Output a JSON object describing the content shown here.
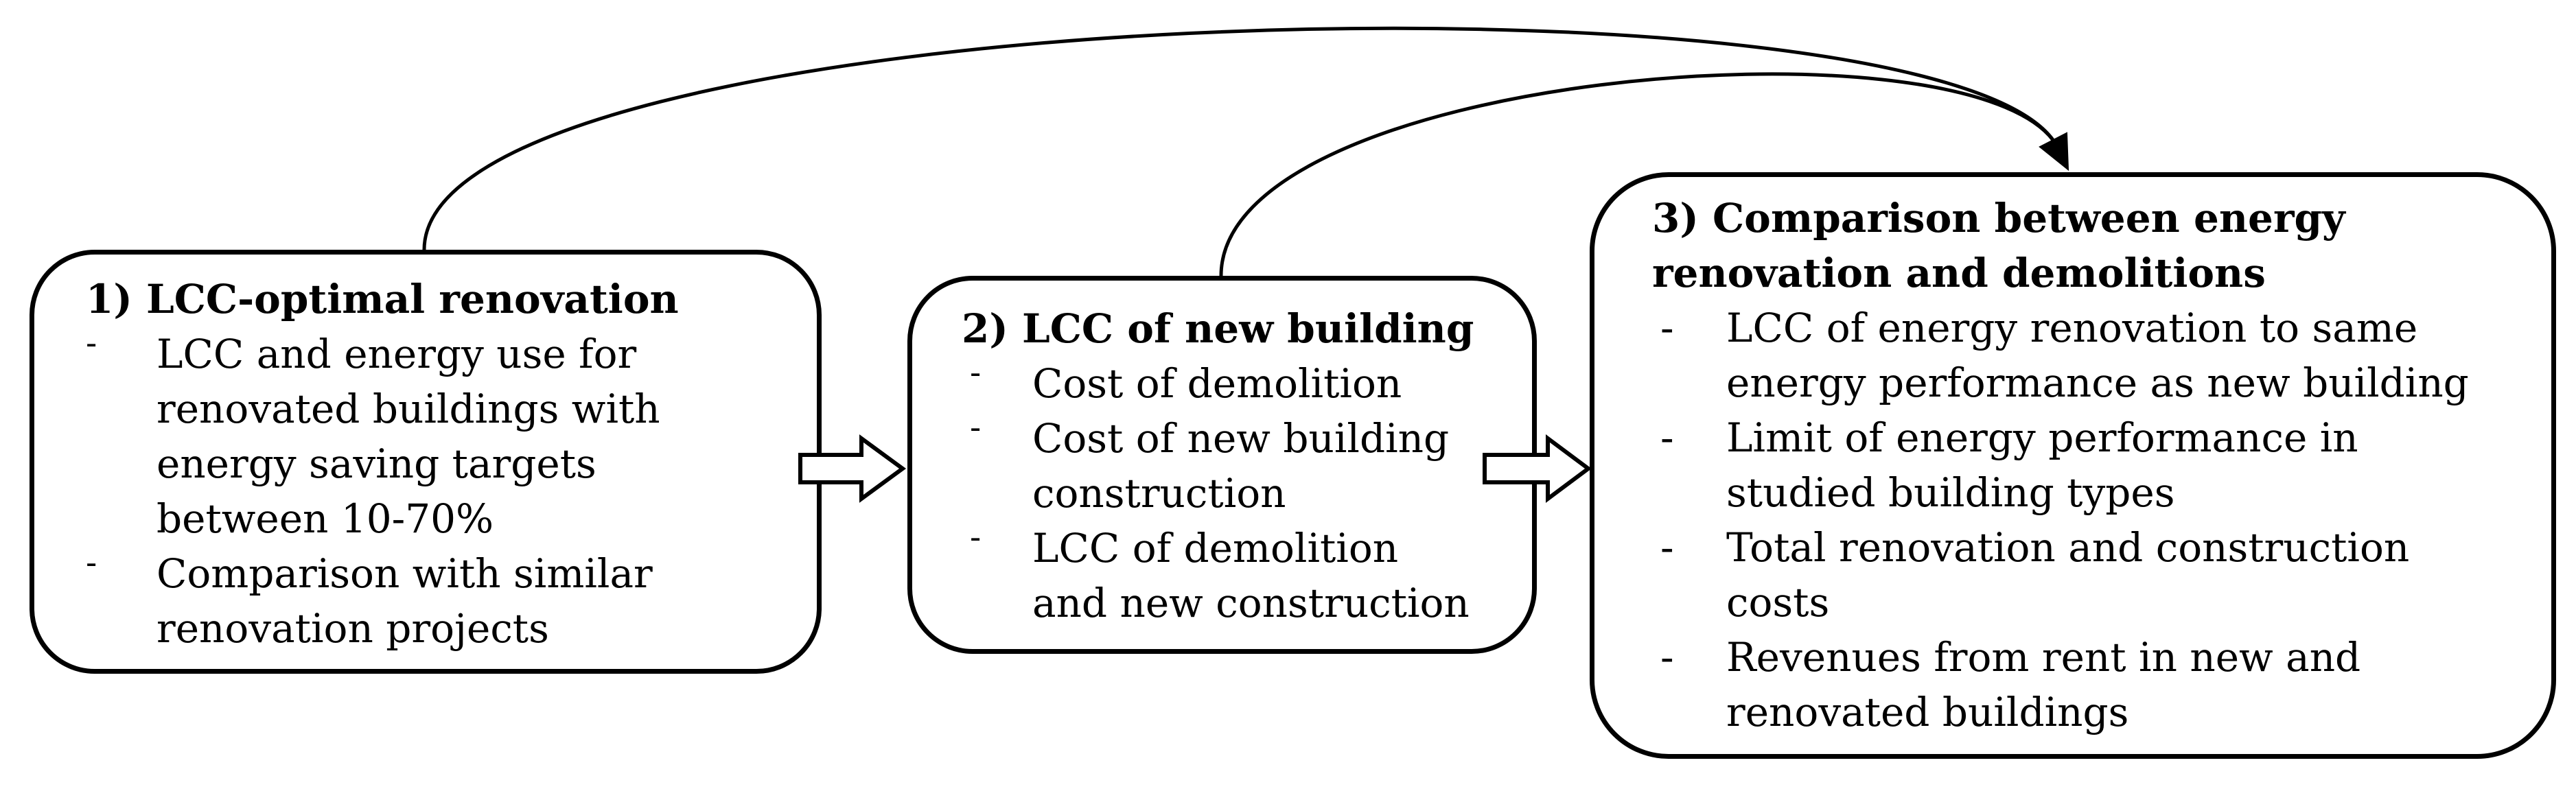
{
  "colors": {
    "ink": "#000000",
    "paper": "#ffffff"
  },
  "boxes": [
    {
      "title_lines": [
        "1) LCC-optimal renovation"
      ],
      "bullet": "-",
      "items": [
        {
          "lines": [
            "LCC and energy use for",
            "renovated buildings with",
            "energy saving targets",
            "between 10-70%"
          ]
        },
        {
          "lines": [
            "Comparison with similar",
            "renovation projects"
          ]
        }
      ]
    },
    {
      "title_lines": [
        "2) LCC of new building"
      ],
      "bullet": "-",
      "items": [
        {
          "lines": [
            "Cost of demolition"
          ]
        },
        {
          "lines": [
            "Cost of new building",
            "construction"
          ]
        },
        {
          "lines": [
            "LCC of demolition",
            "and new construction"
          ]
        }
      ]
    },
    {
      "title_lines": [
        "3) Comparison between energy",
        "renovation and demolitions"
      ],
      "bullet": "-",
      "items": [
        {
          "lines": [
            "LCC of energy renovation to same",
            "energy performance as new building"
          ]
        },
        {
          "lines": [
            "Limit of energy performance in",
            "studied building types"
          ]
        },
        {
          "lines": [
            "Total renovation and construction",
            "costs"
          ]
        },
        {
          "lines": [
            "Revenues from rent in new and",
            "renovated buildings"
          ]
        }
      ]
    }
  ]
}
